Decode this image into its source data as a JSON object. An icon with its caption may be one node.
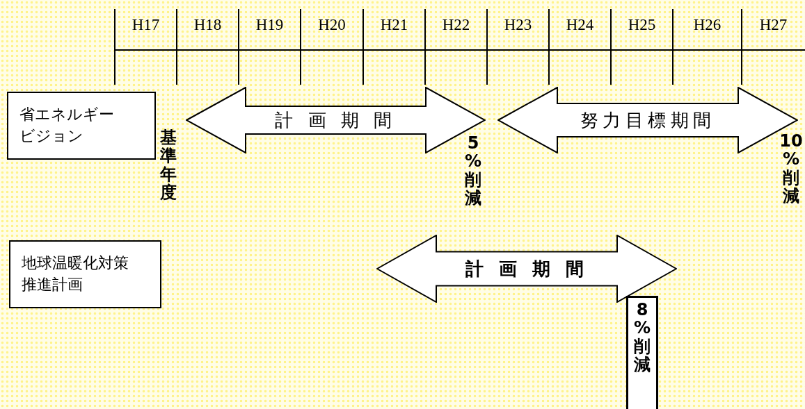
{
  "diagram": {
    "nodes": [
      {
        "text": [
          "省エネルギービジョン"
        ]
      },
      {
        "text": [
          "地球温暖化対策推進計画"
        ]
      },
      {
        "text": [
          "計 画 期 間"
        ]
      },
      {
        "text": [
          "努力目標期間"
        ]
      },
      {
        "text": [
          "計 画 期 間"
        ]
      },
      {
        "text": [
          "8%削減"
        ]
      }
    ],
    "labels": [
      "H17",
      "H18",
      "H19",
      "H20",
      "H21",
      "H22",
      "H23",
      "H24",
      "H25",
      "H26",
      "H27",
      "基準年度",
      "5%削減",
      "10%削減"
    ]
  }
}
